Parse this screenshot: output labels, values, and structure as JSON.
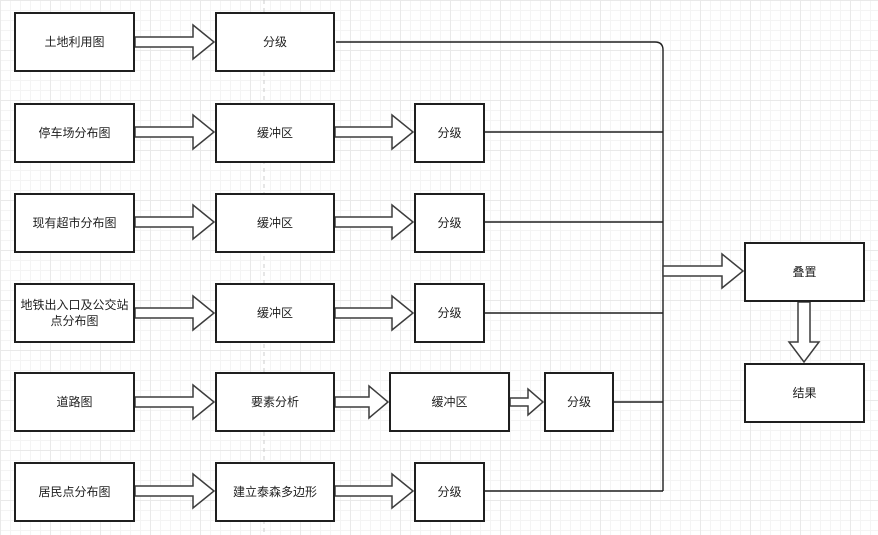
{
  "diagram": {
    "title": "site-selection-analysis-flowchart",
    "nodes": {
      "r1c1": {
        "label": "土地利用图"
      },
      "r1c2": {
        "label": "分级"
      },
      "r2c1": {
        "label": "停车场分布图"
      },
      "r2c2": {
        "label": "缓冲区"
      },
      "r2c3": {
        "label": "分级"
      },
      "r3c1": {
        "label": "现有超市分布图"
      },
      "r3c2": {
        "label": "缓冲区"
      },
      "r3c3": {
        "label": "分级"
      },
      "r4c1": {
        "label": "地铁出入口及公交站点分布图"
      },
      "r4c2": {
        "label": "缓冲区"
      },
      "r4c3": {
        "label": "分级"
      },
      "r5c1": {
        "label": "道路图"
      },
      "r5c2": {
        "label": "要素分析"
      },
      "r5c3": {
        "label": "缓冲区"
      },
      "r5c4": {
        "label": "分级"
      },
      "r6c1": {
        "label": "居民点分布图"
      },
      "r6c2": {
        "label": "建立泰森多边形"
      },
      "r6c3": {
        "label": "分级"
      },
      "overlay": {
        "label": "叠置"
      },
      "result": {
        "label": "结果"
      }
    },
    "edges": [
      [
        "r1c1",
        "r1c2"
      ],
      [
        "r1c2",
        "overlay"
      ],
      [
        "r2c1",
        "r2c2"
      ],
      [
        "r2c2",
        "r2c3"
      ],
      [
        "r2c3",
        "overlay"
      ],
      [
        "r3c1",
        "r3c2"
      ],
      [
        "r3c2",
        "r3c3"
      ],
      [
        "r3c3",
        "overlay"
      ],
      [
        "r4c1",
        "r4c2"
      ],
      [
        "r4c2",
        "r4c3"
      ],
      [
        "r4c3",
        "overlay"
      ],
      [
        "r5c1",
        "r5c2"
      ],
      [
        "r5c2",
        "r5c3"
      ],
      [
        "r5c3",
        "r5c4"
      ],
      [
        "r5c4",
        "overlay"
      ],
      [
        "r6c1",
        "r6c2"
      ],
      [
        "r6c2",
        "r6c3"
      ],
      [
        "r6c3",
        "overlay"
      ],
      [
        "overlay",
        "result"
      ]
    ],
    "colors": {
      "node_fill": "#ffffff",
      "node_border": "#1f1f1f",
      "connector": "#1f1f1f",
      "arrow_outline": "#3d3d3d",
      "page_break": "#cccccc",
      "grid_minor": "#f4f4f4",
      "grid_major": "#e9e9e9",
      "background": "#ffffff",
      "text": "#1f1f1f"
    }
  }
}
